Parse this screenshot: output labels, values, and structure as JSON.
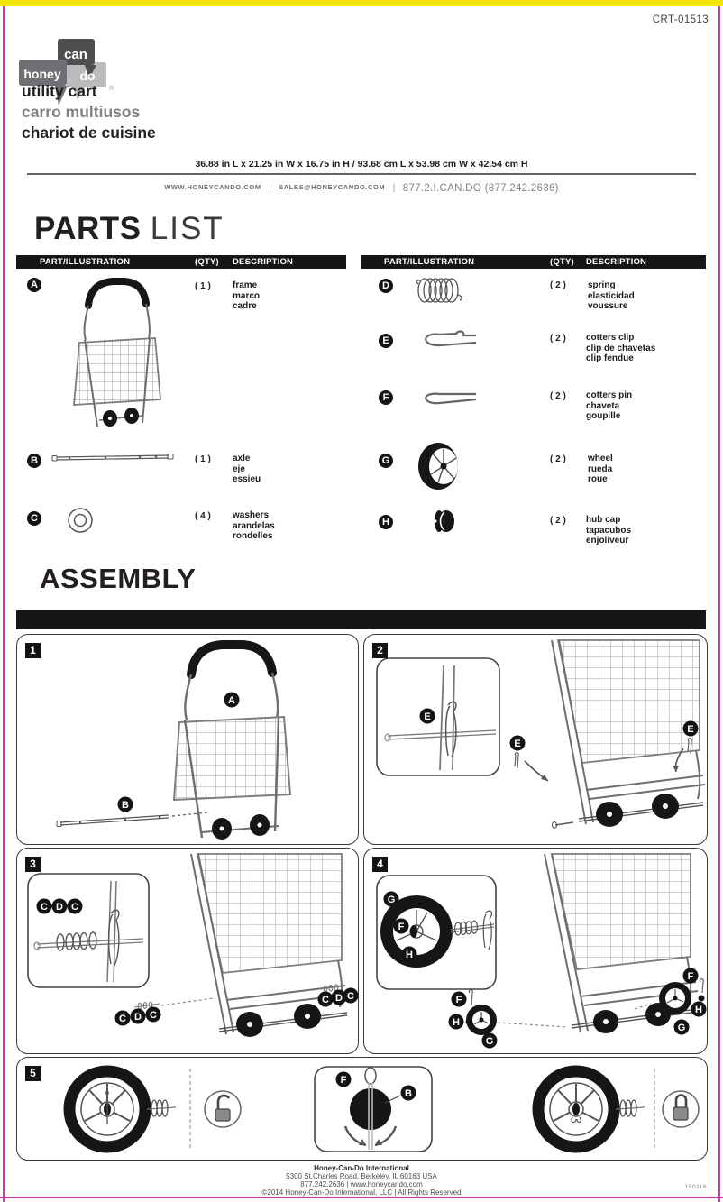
{
  "page": {
    "doc_number": "CRT-01513",
    "logo": {
      "honey": "honey",
      "can": "can",
      "do": "do",
      "reg": "®"
    },
    "titles": [
      "utility cart",
      "carro multiusos",
      "chariot de cuisine"
    ],
    "dimensions": "36.88 in L x 21.25 in W x 16.75 in H / 93.68 cm L x 53.98 cm W x 42.54 cm H",
    "contact": {
      "website": "WWW.HONEYCANDO.COM",
      "separator": "|",
      "email": "SALES@HONEYCANDO.COM",
      "phone": "877.2.I.CAN.DO (877.242.2636)"
    },
    "colors": {
      "accent_yellow": "#f3e50b",
      "accent_magenta": "#c43a9d",
      "bar_black": "#161616"
    }
  },
  "parts_list": {
    "title_bold": "PARTS",
    "title_light": "LIST",
    "headers": {
      "part": "PART/ILLUSTRATION",
      "qty": "(QTY)",
      "description": "DESCRIPTION"
    },
    "left_parts": [
      {
        "letter": "A",
        "qty": "( 1 )",
        "icon": "cart-frame",
        "names": [
          "frame",
          "marco",
          "cadre"
        ]
      },
      {
        "letter": "B",
        "qty": "( 1 )",
        "icon": "axle-rod",
        "names": [
          "axle",
          "eje",
          "essieu"
        ]
      },
      {
        "letter": "C",
        "qty": "( 4 )",
        "icon": "washer",
        "names": [
          "washers",
          "arandelas",
          "rondelles"
        ]
      }
    ],
    "right_parts": [
      {
        "letter": "D",
        "qty": "( 2 )",
        "icon": "spring-coil",
        "names": [
          "spring",
          "elasticidad",
          "voussure"
        ]
      },
      {
        "letter": "E",
        "qty": "( 2 )",
        "icon": "cotter-clip",
        "names": [
          "cotters clip",
          "clip de chavetas",
          "clip fendue"
        ]
      },
      {
        "letter": "F",
        "qty": "( 2 )",
        "icon": "cotter-pin",
        "names": [
          "cotters pin",
          "chaveta",
          "goupille"
        ]
      },
      {
        "letter": "G",
        "qty": "( 2 )",
        "icon": "wheel",
        "names": [
          "wheel",
          "rueda",
          "roue"
        ]
      },
      {
        "letter": "H",
        "qty": "( 2 )",
        "icon": "hub-cap",
        "names": [
          "hub cap",
          "tapacubos",
          "enjoliveur"
        ]
      }
    ]
  },
  "assembly": {
    "title": "ASSEMBLY",
    "steps": [
      {
        "number": "1",
        "labels": [
          "A",
          "B"
        ]
      },
      {
        "number": "2",
        "labels": [
          "E",
          "E",
          "E"
        ]
      },
      {
        "number": "3",
        "labels": [
          "C",
          "D",
          "C",
          "C",
          "D",
          "C",
          "C",
          "D",
          "C"
        ]
      },
      {
        "number": "4",
        "labels": [
          "G",
          "F",
          "H",
          "F",
          "H",
          "G",
          "F",
          "H",
          "G"
        ]
      },
      {
        "number": "5",
        "labels": [
          "F",
          "B"
        ]
      }
    ]
  },
  "footer": {
    "company": "Honey-Can-Do International",
    "address": "5300 St.Charles Road, Berkeley, IL 60163 USA",
    "phone_web": "877.242.2636 | www.honeycando.com",
    "copyright": "©2014 Honey-Can-Do International, LLC | All Rights Reserved",
    "print_code": "150116"
  }
}
